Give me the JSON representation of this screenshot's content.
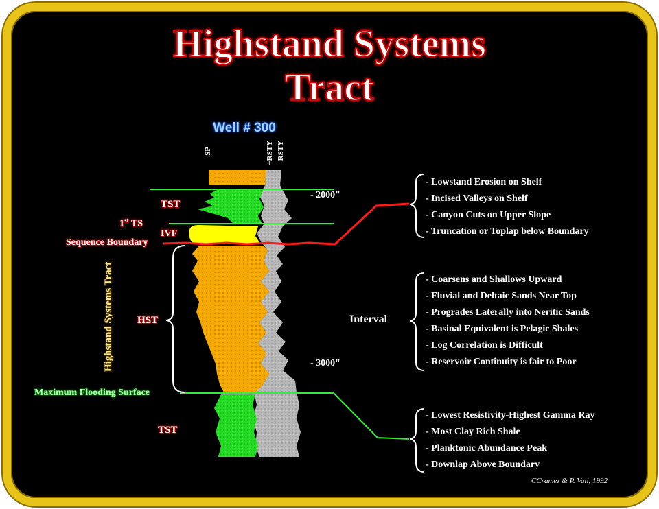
{
  "title_line1": "Highstand Systems",
  "title_line2": "Tract",
  "well_label": "Well # 300",
  "log_labels": {
    "sp": "SP",
    "rsty_pos": "+RSTY",
    "rsty_neg": "-RSTY"
  },
  "depths": {
    "d2000": "- 2000\"",
    "d3000": "- 3000\""
  },
  "left_labels": {
    "tst_top": "TST",
    "first_ts_base": "1",
    "first_ts_sup": "st",
    "first_ts_tail": " TS",
    "ivf": "IVF",
    "sequence_boundary": "Sequence Boundary",
    "hst": "HST",
    "hst_tract": "Highstand Systems Tract",
    "mfs": "Maximum Flooding Surface",
    "tst_bottom": "TST"
  },
  "interval_label": "Interval",
  "lists": {
    "boundary": [
      "- Lowstand Erosion on Shelf",
      "- Incised Valleys  on Shelf",
      "- Canyon Cuts on Upper Slope",
      "- Truncation or Toplap below Boundary"
    ],
    "interval": [
      "- Coarsens and Shallows Upward",
      "- Fluvial and Deltaic Sands Near Top",
      "- Progrades Laterally into Neritic Sands",
      "- Basinal Equivalent is Pelagic Shales",
      "- Log Correlation is Difficult",
      "- Reservoir Continuity is fair to Poor"
    ],
    "mfs": [
      "- Lowest Resistivity-Highest Gamma Ray",
      "- Most Clay Rich Shale",
      "- Planktonic Abundance Peak",
      "- Downlap Above Boundary"
    ]
  },
  "credit": "CCramez & P. Vail, 1992",
  "colors": {
    "frame": "#e8c41a",
    "sp_sand": "#f5a800",
    "tst_green": "#22dd22",
    "ivf_yellow": "#ffff00",
    "rsty_gray": "#b8b8b8",
    "boundary_red": "#ff1a1a",
    "mfs_green": "#33ee33"
  }
}
